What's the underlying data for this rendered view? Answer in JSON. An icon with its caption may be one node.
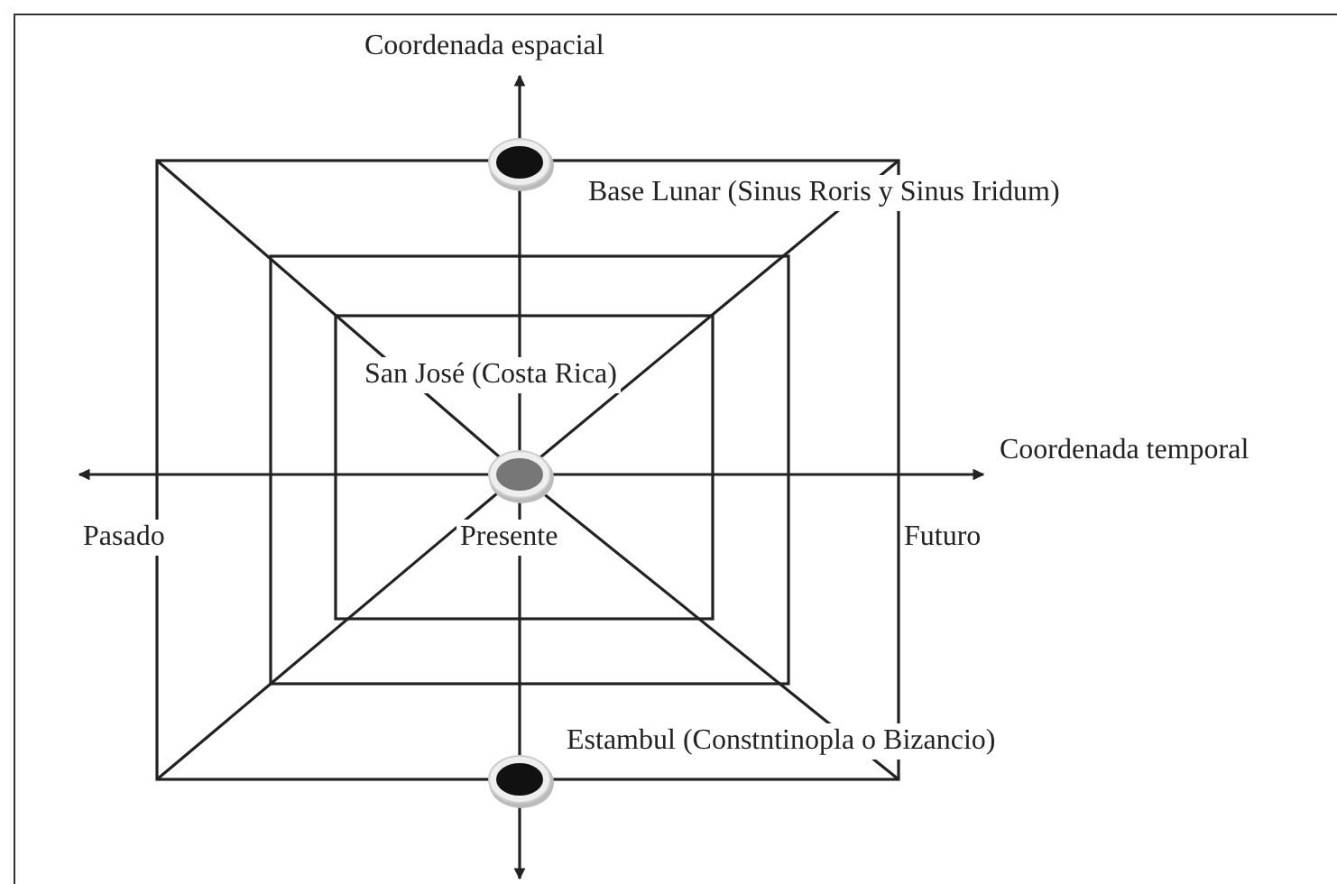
{
  "diagram": {
    "labels": [
      "Coordenada espacial",
      "Base Lunar (Sinus Roris y Sinus Iridum)",
      "San José (Costa Rica)",
      "Coordenada temporal",
      "Pasado",
      "Presente",
      "Futuro",
      "Estambul (Constntinopla o Bizancio)"
    ]
  }
}
